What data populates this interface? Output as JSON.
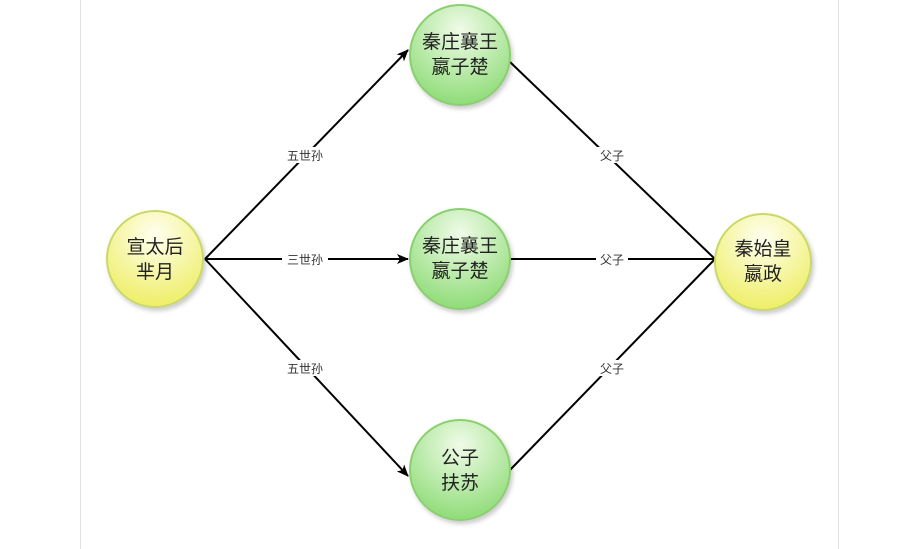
{
  "nodes": {
    "xuan": {
      "line1": "宣太后",
      "line2": "芈月",
      "color": "#f2f27a"
    },
    "zhuang_top": {
      "line1": "秦庄襄王",
      "line2": "嬴子楚",
      "color": "#9fe58a"
    },
    "zhuang_mid": {
      "line1": "秦庄襄王",
      "line2": "嬴子楚",
      "color": "#9fe58a"
    },
    "fusu": {
      "line1": "公子",
      "line2": "扶苏",
      "color": "#9fe58a"
    },
    "shihuang": {
      "line1": "秦始皇",
      "line2": "嬴政",
      "color": "#f2f27a"
    }
  },
  "edges": {
    "xuan_top": "五世孙",
    "xuan_mid": "三世孙",
    "xuan_bottom": "五世孙",
    "top_shihuang": "父子",
    "mid_shihuang": "父子",
    "bottom_shihuang": "父子"
  }
}
